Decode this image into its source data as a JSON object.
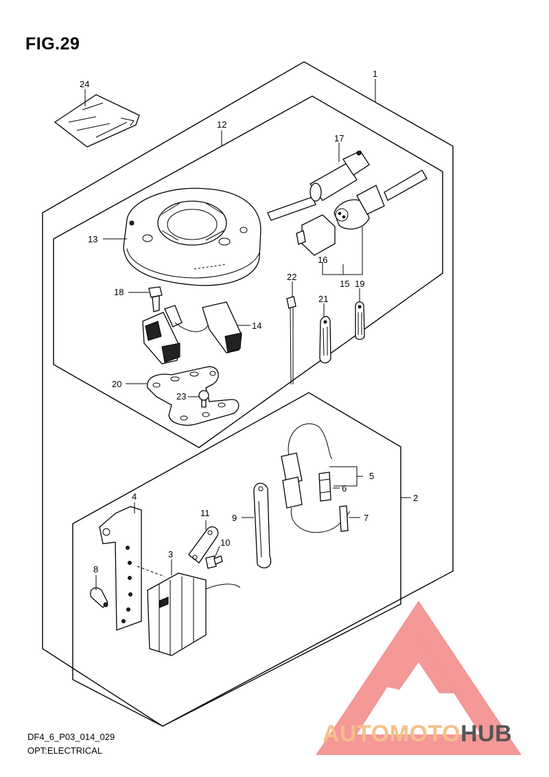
{
  "figure": {
    "title": "FIG.29"
  },
  "footer": {
    "code": "DF4_6_P03_014_029",
    "category": "OPT:ELECTRICAL"
  },
  "watermark": {
    "brand_left": "AUTOMOTO",
    "brand_right": "HUB",
    "color_left": "#f5c08a",
    "color_right": "#555555",
    "logo_color": "#f07070"
  },
  "callouts": {
    "c1": "1",
    "c2": "2",
    "c3": "3",
    "c4": "4",
    "c5": "5",
    "c6": "6",
    "c7": "7",
    "c8": "8",
    "c9": "9",
    "c10": "10",
    "c11": "11",
    "c12": "12",
    "c13": "13",
    "c14": "14",
    "c15": "15",
    "c16": "16",
    "c17": "17",
    "c18": "18",
    "c19": "19",
    "c20": "20",
    "c21": "21",
    "c22": "22",
    "c23": "23",
    "c24": "24"
  }
}
